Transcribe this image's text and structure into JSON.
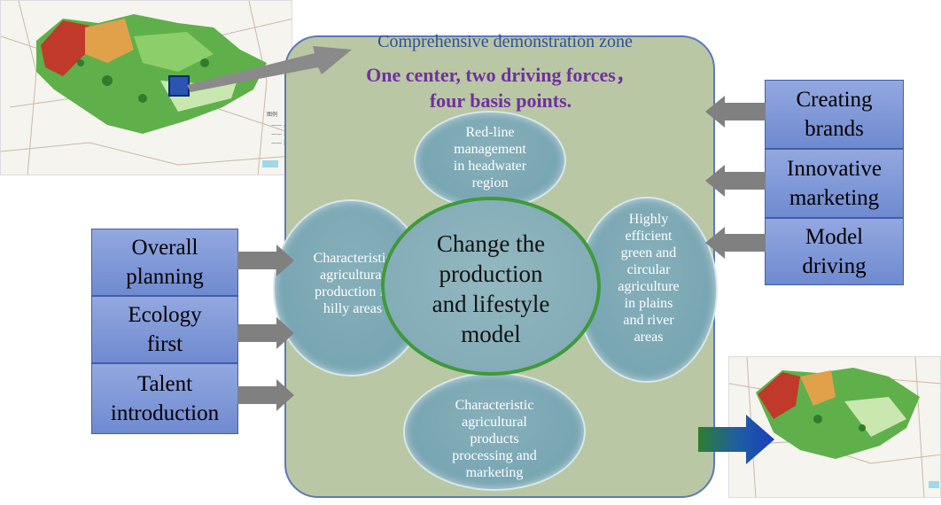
{
  "zone": {
    "title": "Comprehensive demonstration zone",
    "subtitle_line1": "One center, two driving forces，",
    "subtitle_line2": "four basis points."
  },
  "center": {
    "line1": "Change the",
    "line2": "production",
    "line3": "and lifestyle",
    "line4": "model"
  },
  "bubbles": {
    "top": [
      "Red-line",
      "management",
      "in headwater",
      "region"
    ],
    "left": [
      "Characteristic",
      "agricultural",
      "production in",
      "hilly areas"
    ],
    "right": [
      "Highly",
      "efficient",
      "green and",
      "circular",
      "agriculture",
      "in plains",
      "and river",
      "areas"
    ],
    "bottom": [
      "Characteristic",
      "agricultural",
      "products",
      "processing and",
      "marketing"
    ]
  },
  "left_boxes": [
    {
      "line1": "Overall",
      "line2": "planning"
    },
    {
      "line1": "Ecology",
      "line2": "first"
    },
    {
      "line1": "Talent",
      "line2": "introduction"
    }
  ],
  "right_boxes": [
    {
      "line1": "Creating",
      "line2": "brands"
    },
    {
      "line1": "Innovative",
      "line2": "marketing"
    },
    {
      "line1": "Model",
      "line2": "driving"
    }
  ],
  "colors": {
    "zone_fill": "#b9c7a4",
    "zone_border": "#5b79b8",
    "title": "#2e4f9e",
    "subtitle": "#7030a0",
    "box": "#8aa0dc",
    "arrow": "#808080",
    "center_border": "#3f9a3a"
  }
}
